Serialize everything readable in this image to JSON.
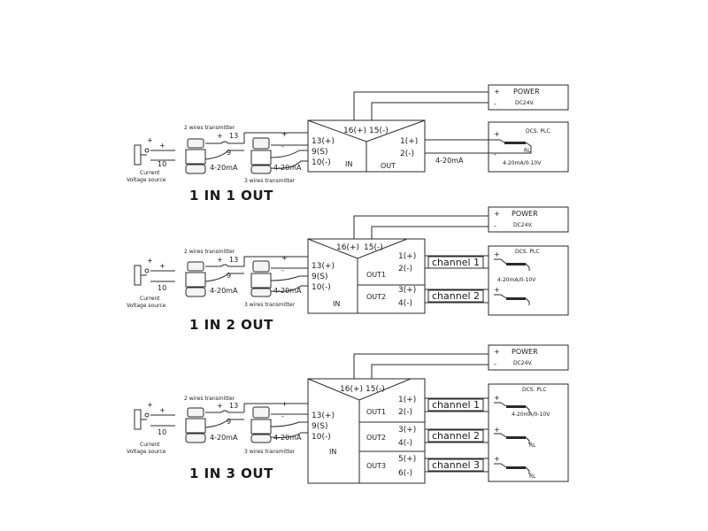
{
  "labels": {
    "two_wire": "2 wires transmitter",
    "three_wire": "3 wires transmitter",
    "current_source": "Current",
    "voltage_source": "Voltage source",
    "ma_4_20": "4-20mA",
    "plus": "+",
    "minus": "-",
    "t13": "13",
    "t9": "9",
    "t10": "10"
  },
  "module": {
    "in_label": "IN",
    "out_label": "OUT",
    "pin_power": "16(+)",
    "pin_gnd": "15(-)",
    "in_p13": "13(+)",
    "in_p9": "9(S)",
    "in_p10": "10(-)"
  },
  "outputs": {
    "out1": "OUT1",
    "out2": "OUT2",
    "out3": "OUT3",
    "o1p": "1(+)",
    "o1m": "2(-)",
    "o2p": "3(+)",
    "o2m": "4(-)",
    "o3p": "5(+)",
    "o3m": "6(-)",
    "signal": "4-20mA"
  },
  "channels": {
    "ch1": "channel 1",
    "ch2": "channel 2",
    "ch3": "channel 3"
  },
  "power": {
    "title": "POWER",
    "voltage": "DC24V."
  },
  "dcs": {
    "title": "DCS. PLC",
    "range": "4-20mA/0-10V",
    "rl": "RL"
  },
  "titles": {
    "d1": "1 IN 1 OUT",
    "d2": "1 IN 2 OUT",
    "d3": "1 IN 3 OUT"
  }
}
